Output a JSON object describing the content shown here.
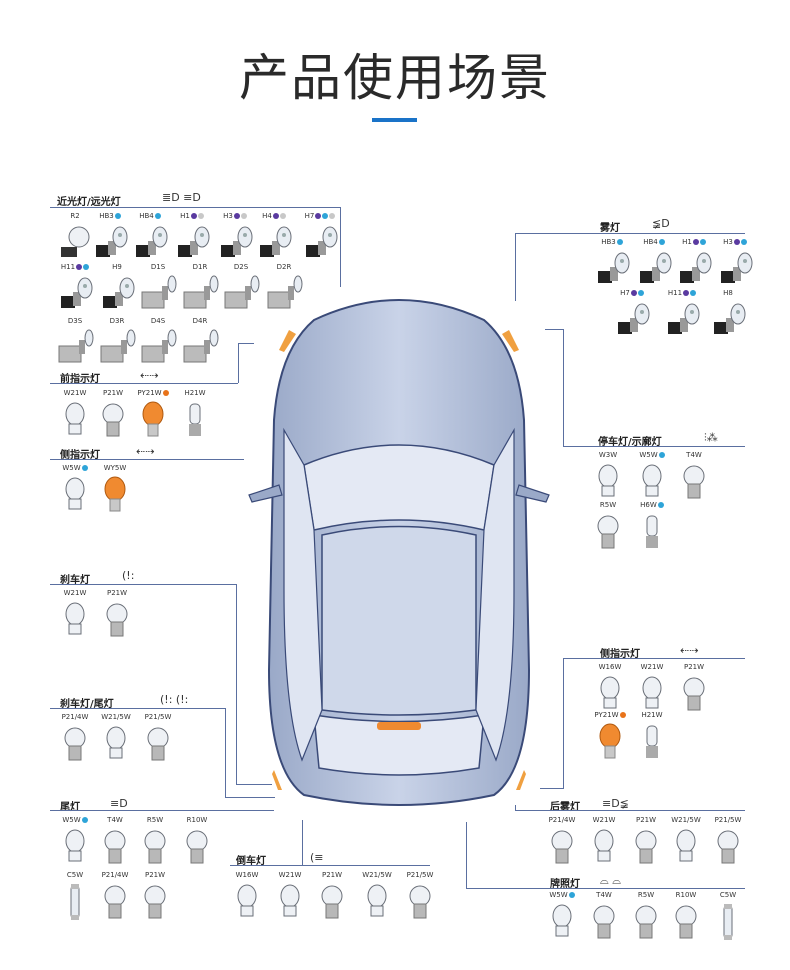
{
  "title": "产品使用场景",
  "colors": {
    "accent": "#1a73c8",
    "dot_blue": "#2ea4d8",
    "dot_purple": "#5a3aa0",
    "dot_grey": "#c8c8c8",
    "dot_orange": "#e8731a",
    "line": "#5a6fa0"
  },
  "groups": {
    "headlight": {
      "title": "近光灯/远光灯",
      "icon": "≣D ≡D",
      "bulbs": [
        "R2",
        "HB3",
        "HB4",
        "H1",
        "H3",
        "H4",
        "H7",
        "H11",
        "H9",
        "D1S",
        "D1R",
        "D2S",
        "D2R",
        "D3S",
        "D3R",
        "D4S",
        "D4R"
      ]
    },
    "front_indicator": {
      "title": "前指示灯",
      "icon": "⇠⇢",
      "bulbs": [
        "W21W",
        "P21W",
        "PY21W",
        "H21W"
      ]
    },
    "side_indicator_l": {
      "title": "侧指示灯",
      "icon": "⇠⇢",
      "bulbs": [
        "W5W",
        "WY5W"
      ]
    },
    "brake": {
      "title": "刹车灯",
      "icon": "(!:",
      "bulbs": [
        "W21W",
        "P21W"
      ]
    },
    "brake_tail": {
      "title": "刹车灯/尾灯",
      "icon": "(!: (!:",
      "bulbs": [
        "P21/4W",
        "W21/5W",
        "P21/5W"
      ]
    },
    "tail": {
      "title": "尾灯",
      "icon": "≡D",
      "bulbs": [
        "W5W",
        "T4W",
        "R5W",
        "R10W",
        "C5W",
        "P21/4W",
        "P21W"
      ]
    },
    "reverse": {
      "title": "倒车灯",
      "icon": "(≡",
      "bulbs": [
        "W16W",
        "W21W",
        "P21W",
        "W21/5W",
        "P21/5W"
      ]
    },
    "fog": {
      "title": "雾灯",
      "icon": "≨D",
      "bulbs": [
        "HB3",
        "HB4",
        "H1",
        "H3",
        "H7",
        "H11",
        "H8"
      ]
    },
    "parking": {
      "title": "停车灯/示廓灯",
      "icon": "⫶⁂",
      "bulbs": [
        "W3W",
        "W5W",
        "T4W",
        "R5W",
        "H6W"
      ]
    },
    "side_indicator_r": {
      "title": "侧指示灯",
      "icon": "⇠⇢",
      "bulbs": [
        "W16W",
        "W21W",
        "P21W",
        "PY21W",
        "H21W"
      ]
    },
    "rear_fog": {
      "title": "后雾灯",
      "icon": "≡D≨",
      "bulbs": [
        "P21/4W",
        "W21W",
        "P21W",
        "W21/5W",
        "P21/5W"
      ]
    },
    "plate": {
      "title": "牌照灯",
      "icon": "⌓ ⌓",
      "bulbs": [
        "W5W",
        "T4W",
        "R5W",
        "R10W",
        "C5W"
      ]
    }
  }
}
